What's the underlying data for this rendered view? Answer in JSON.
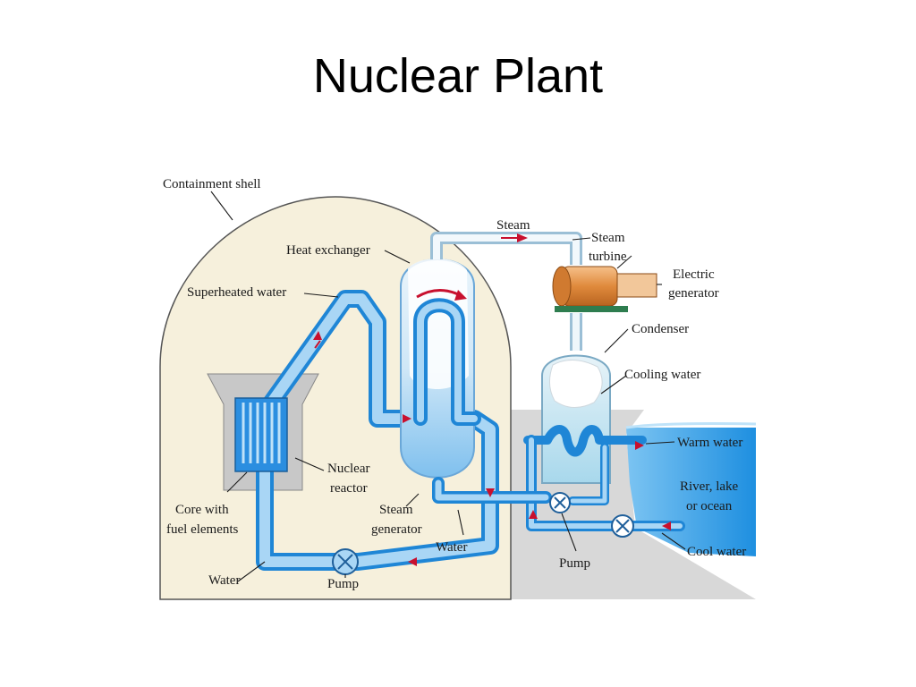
{
  "title": "Nuclear Plant",
  "labels": {
    "containment_shell": "Containment shell",
    "steam": "Steam",
    "steam_turbine_line1": "Steam",
    "steam_turbine_line2": "turbine",
    "heat_exchanger": "Heat exchanger",
    "electric_generator_line1": "Electric",
    "electric_generator_line2": "generator",
    "superheated_water": "Superheated water",
    "condenser": "Condenser",
    "cooling_water": "Cooling water",
    "warm_water": "Warm water",
    "nuclear_reactor_line1": "Nuclear",
    "nuclear_reactor_line2": "reactor",
    "river_line1": "River, lake",
    "river_line2": "or ocean",
    "core_line1": "Core with",
    "core_line2": "fuel elements",
    "steam_generator_line1": "Steam",
    "steam_generator_line2": "generator",
    "water_secondary": "Water",
    "cool_water": "Cool water",
    "pump_condenser": "Pump",
    "water_primary": "Water",
    "pump_primary": "Pump"
  },
  "colors": {
    "containment_fill": "#f6f0dc",
    "pipe_outer": "#1f86d6",
    "pipe_inner": "#a9d6f5",
    "reactor_gray": "#c8c8c8",
    "flow_arrow": "#c8102e",
    "turbine_orange": "#e8a060",
    "generator_green": "#2e7d4f",
    "river_blue": "#3aa0e6"
  }
}
